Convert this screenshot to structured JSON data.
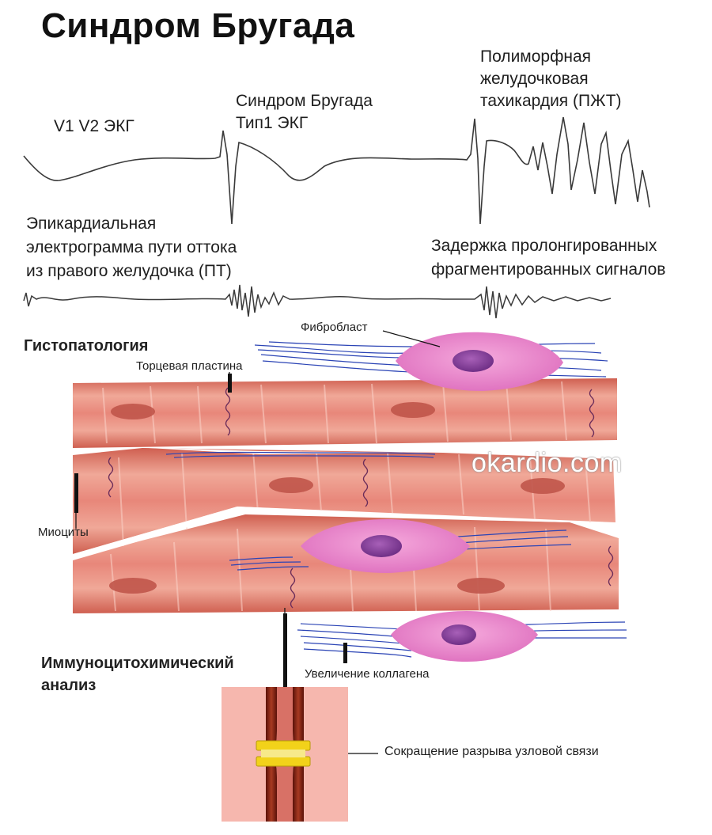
{
  "title": "Синдром Бругада",
  "ecg": {
    "normal_label": "V1 V2 ЭКГ",
    "brugada_label_line1": "Синдром Бругада",
    "brugada_label_line2": "Тип1  ЭКГ",
    "pvt_label_line1": "Полиморфная",
    "pvt_label_line2": "желудочковая",
    "pvt_label_line3": "тахикардия (ПЖТ)"
  },
  "electrogram": {
    "label_line1": "Эпикардиальная",
    "label_line2": "электрограмма пути оттока",
    "label_line3": "из правого желудочка (ПТ)",
    "delay_line1": "Задержка пролонгированных",
    "delay_line2": "фрагментированных сигналов"
  },
  "histopathology": {
    "heading": "Гистопатология",
    "fibroblast": "Фибробласт",
    "end_plate": "Торцевая пластина",
    "myocytes": "Миоциты",
    "collagen": "Увеличение коллагена"
  },
  "immuno": {
    "heading_line1": "Иммуноцитохимический",
    "heading_line2": "анализ",
    "gap_junction": "Сокращение разрыва узловой связи"
  },
  "watermark": "okardio.com",
  "colors": {
    "muscle": "#e07a6a",
    "muscle_light": "#f2b3a4",
    "nucleus_muscle": "#c2564b",
    "fibroblast": "#e77fc8",
    "fibroblast_nucleus": "#8b3f9e",
    "collagen": "#2a3fb0",
    "gap_bg": "#f7b9b0",
    "gap_channel": "#7b1e12",
    "connexin": "#f2d21a"
  }
}
